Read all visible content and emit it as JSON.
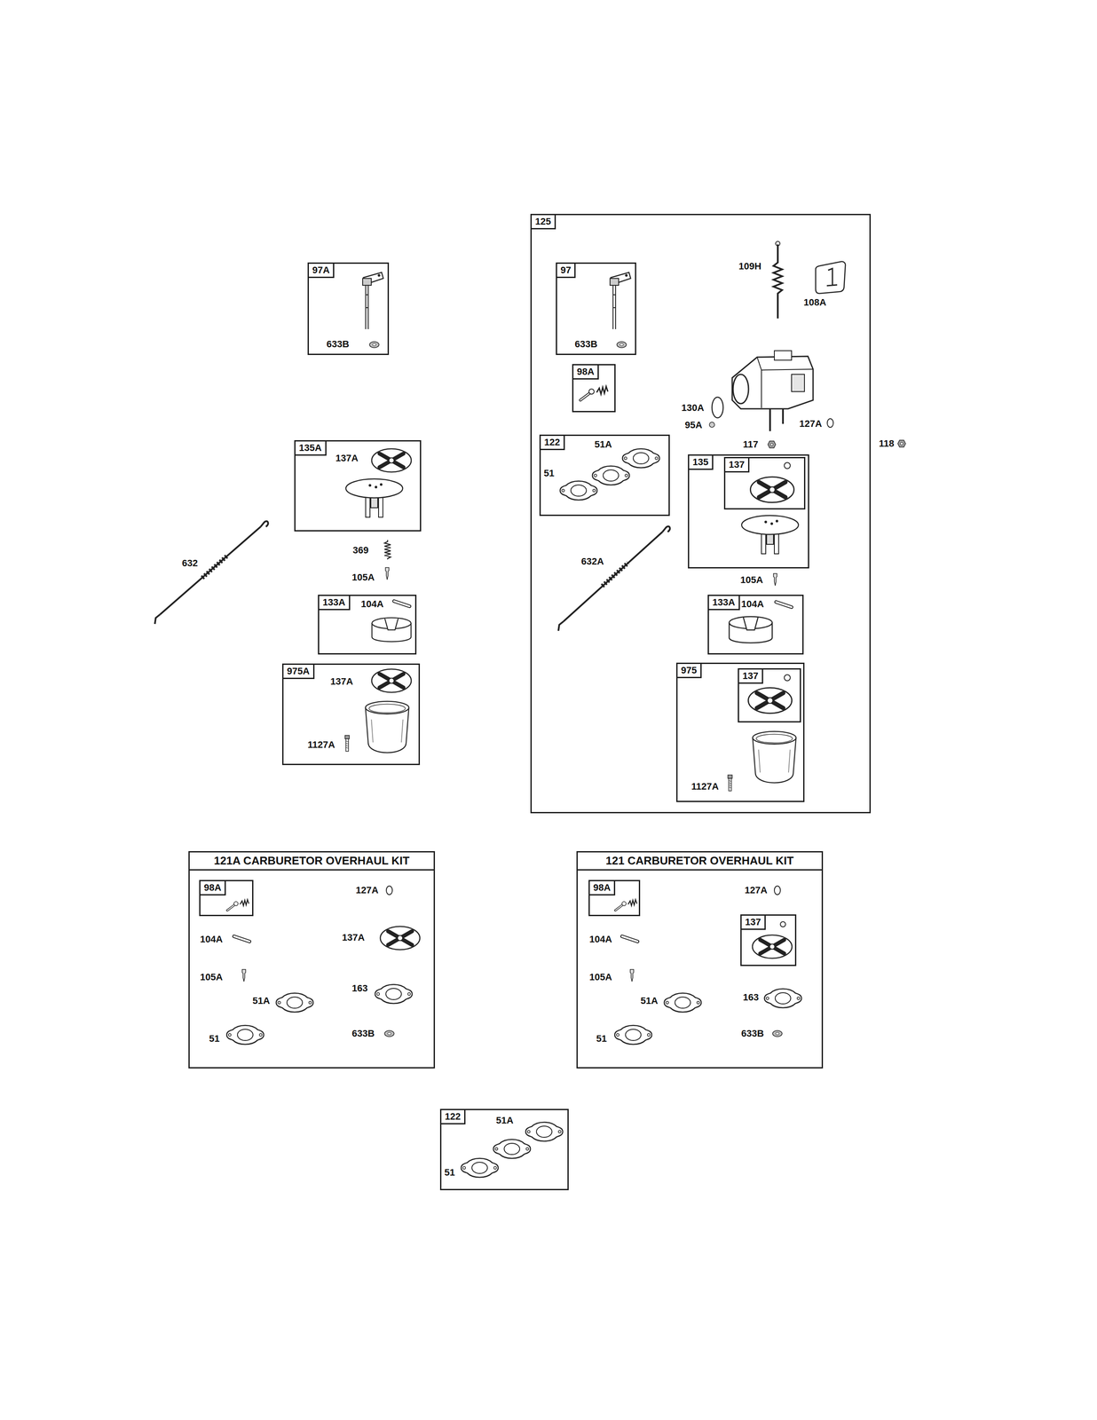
{
  "diagram": {
    "nodes": [
      {
        "text": [
          "97A",
          "633B"
        ]
      },
      {
        "text": [
          "125",
          "109H",
          "108A",
          "130A",
          "95A",
          "127A",
          "117",
          "632A",
          "105A"
        ]
      },
      {
        "text": [
          "97",
          "633B"
        ],
        "in": 1
      },
      {
        "text": [
          "98A"
        ],
        "in": 1
      },
      {
        "text": [
          "135A",
          "137A"
        ]
      },
      {
        "text": [
          "122",
          "51A",
          "51"
        ],
        "in": 1
      },
      {
        "text": [
          "135"
        ],
        "in": 1
      },
      {
        "text": [
          "137"
        ],
        "in": 6
      },
      {
        "text": [
          "133A",
          "104A"
        ]
      },
      {
        "text": [
          "133A",
          "104A"
        ],
        "in": 1
      },
      {
        "text": [
          "975A",
          "137A",
          "1127A"
        ]
      },
      {
        "text": [
          "975",
          "1127A"
        ],
        "in": 1
      },
      {
        "text": [
          "137"
        ],
        "in": 11
      },
      {
        "text": [
          "121A CARBURETOR OVERHAUL KIT",
          "127A",
          "104A",
          "137A",
          "105A",
          "163",
          "51A",
          "51",
          "633B"
        ]
      },
      {
        "text": [
          "98A"
        ],
        "in": 13
      },
      {
        "text": [
          "121 CARBURETOR OVERHAUL KIT",
          "127A",
          "104A",
          "105A",
          "163",
          "51A",
          "51",
          "633B"
        ]
      },
      {
        "text": [
          "98A"
        ],
        "in": 15
      },
      {
        "text": [
          "137"
        ],
        "in": 15
      },
      {
        "text": [
          "122",
          "51A",
          "51"
        ]
      }
    ],
    "labels": [
      "118",
      "369",
      "632",
      "105A"
    ]
  }
}
